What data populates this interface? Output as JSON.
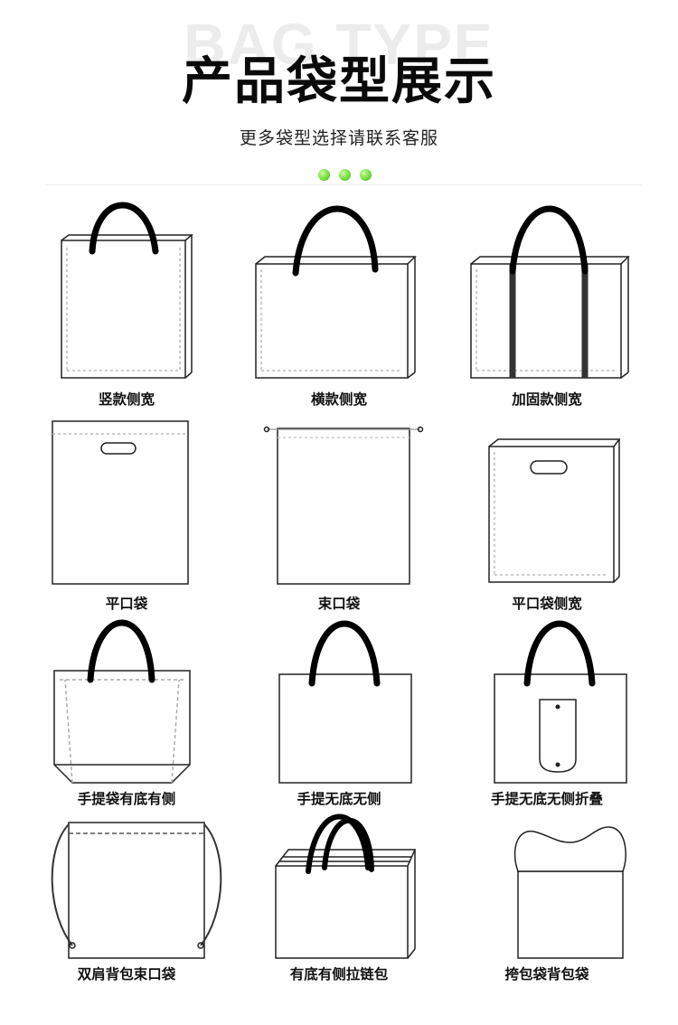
{
  "header": {
    "bg_text": "BAG TYPE",
    "title": "产品袋型展示",
    "subtitle": "更多袋型选择请联系客服"
  },
  "colors": {
    "accent": "#59d12a",
    "line": "#111111"
  },
  "bags": [
    {
      "label": "竖款侧宽",
      "icon": "vertical-side-gusset-bag-icon"
    },
    {
      "label": "横款侧宽",
      "icon": "horizontal-side-gusset-bag-icon"
    },
    {
      "label": "加固款侧宽",
      "icon": "reinforced-side-gusset-bag-icon"
    },
    {
      "label": "平口袋",
      "icon": "flat-die-cut-bag-icon"
    },
    {
      "label": "束口袋",
      "icon": "drawstring-bag-icon"
    },
    {
      "label": "平口袋侧宽",
      "icon": "flat-gusset-bag-icon"
    },
    {
      "label": "手提袋有底有侧",
      "icon": "handle-bag-bottom-side-icon"
    },
    {
      "label": "手提无底无侧",
      "icon": "handle-bag-flat-icon"
    },
    {
      "label": "手提无底无侧折叠",
      "icon": "foldable-handle-bag-icon"
    },
    {
      "label": "双肩背包束口袋",
      "icon": "drawstring-backpack-icon"
    },
    {
      "label": "有底有侧拉链包",
      "icon": "zipper-bag-icon"
    },
    {
      "label": "挎包袋背包袋",
      "icon": "cross-body-bag-icon"
    }
  ]
}
